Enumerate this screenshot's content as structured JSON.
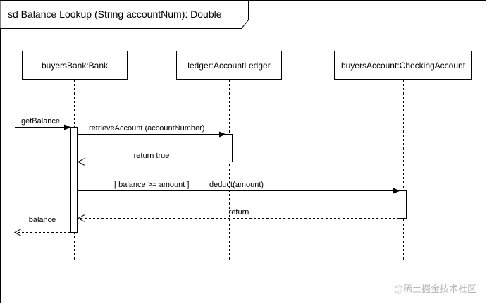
{
  "frame": {
    "title": "sd Balance Lookup (String accountNum): Double"
  },
  "participants": [
    {
      "id": "bank",
      "label": "buyersBank:Bank"
    },
    {
      "id": "ledger",
      "label": "ledger:AccountLedger"
    },
    {
      "id": "account",
      "label": "buyersAccount:CheckingAccount"
    }
  ],
  "messages": [
    {
      "id": "get-balance",
      "label": "getBalance",
      "type": "sync"
    },
    {
      "id": "retrieve-account",
      "label": "retrieveAccount (accountNumber)",
      "type": "sync"
    },
    {
      "id": "return-true",
      "label": "return true",
      "type": "return"
    },
    {
      "id": "deduct",
      "guard": "[ balance >= amount ]",
      "label": "deduct(amount)",
      "type": "sync"
    },
    {
      "id": "return",
      "label": "return",
      "type": "return"
    },
    {
      "id": "balance",
      "label": "balance",
      "type": "return"
    }
  ],
  "watermark": "@稀土掘金技术社区"
}
